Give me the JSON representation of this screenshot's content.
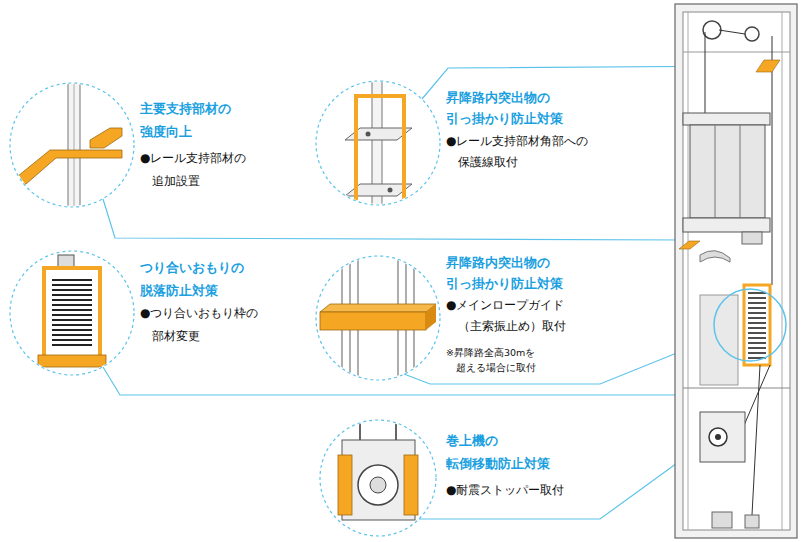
{
  "diagram": {
    "nodes": [
      {
        "text": [
          "主要支持部材の 強度向上",
          "●レール支持部材の 追加設置"
        ]
      },
      {
        "text": [
          "昇降路内突出物の 引っ掛かり防止対策",
          "●レール支持部材角部への 保護線取付"
        ]
      },
      {
        "text": [
          "つり合いおもりの 脱落防止対策",
          "●つり合いおもり枠の 部材変更"
        ]
      },
      {
        "text": [
          "昇降路内突出物の 引っ掛かり防止対策",
          "●メインロープガイド （主索振止め）取付",
          "※昇降路全高30mを 超える場合に取付"
        ]
      },
      {
        "text": [
          "巻上機の 転倒移動防止対策",
          "●耐震ストッパー取付"
        ]
      }
    ]
  }
}
